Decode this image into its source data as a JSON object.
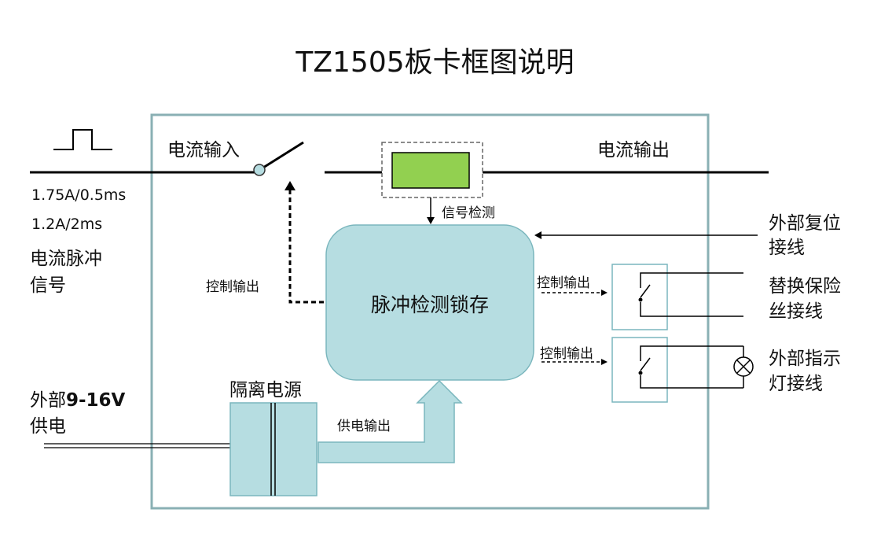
{
  "title": "TZ1505板卡框图说明",
  "labels": {
    "current_input": "电流输入",
    "current_output": "电流输出",
    "signal_detect": "信号检测",
    "pulse_spec_1": "1.75A/0.5ms",
    "pulse_spec_2": "1.2A/2ms",
    "pulse_signal_1": "电流脉冲",
    "pulse_signal_2": "信号",
    "control_output_left": "控制输出",
    "control_output_relay1": "控制输出",
    "control_output_relay2": "控制输出",
    "center_block": "脉冲检测锁存",
    "external_reset_1": "外部复位",
    "external_reset_2": "接线",
    "fuse_1": "替换保险",
    "fuse_2": "丝接线",
    "indicator_1": "外部指示",
    "indicator_2": "灯接线",
    "isolated_power": "隔离电源",
    "ext_power_prefix": "外部",
    "ext_power_voltage": "9-16V",
    "ext_power_suffix": "供电",
    "power_output": "供电输出"
  },
  "colors": {
    "board_border": "#8ab0b4",
    "block_fill": "#b6dde1",
    "block_border": "#7ab6bd",
    "sensor_fill": "#92d050",
    "line": "#000000"
  }
}
